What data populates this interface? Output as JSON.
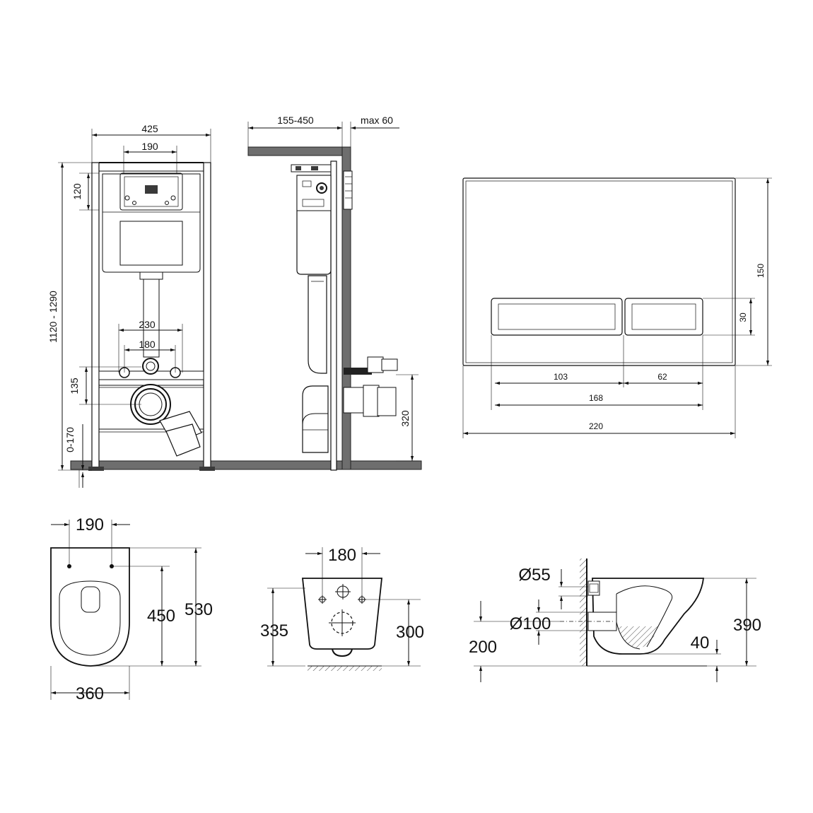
{
  "frame_front": {
    "width": "425",
    "panel_width": "190",
    "panel_height": "120",
    "height_range": "1120 - 1290",
    "bolt_spacing_outer": "230",
    "bolt_spacing_inner": "180",
    "bolt_height": "135",
    "leg_adjust": "0-170"
  },
  "frame_side": {
    "wall_depth": "155-450",
    "max_offset": "max 60",
    "drain_height": "320"
  },
  "flush_plate": {
    "height": "150",
    "button_height": "30",
    "button_left_width": "103",
    "button_right_width": "62",
    "buttons_total_width": "168",
    "plate_width": "220"
  },
  "bowl_top": {
    "bolt_spacing": "190",
    "bolt_to_front": "450",
    "length": "530",
    "width": "360"
  },
  "bowl_back": {
    "bolt_spacing": "180",
    "height_left": "335",
    "height_right": "300"
  },
  "bowl_side": {
    "inlet_diameter": "Ø55",
    "outlet_diameter": "Ø100",
    "outlet_height": "200",
    "bottom_clearance": "40",
    "total_height": "390"
  }
}
